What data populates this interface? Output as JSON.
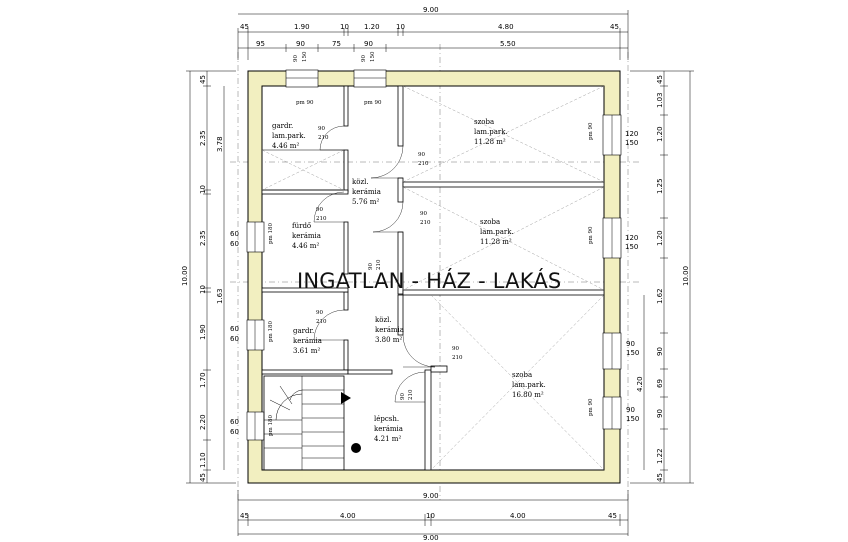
{
  "watermark": "INGATLAN - HÁZ - LAKÁS",
  "colors": {
    "wall_fill": "#f2efc0",
    "line": "#000000"
  },
  "dims": {
    "top_total": "9.00",
    "top_row1": [
      "45",
      "1.90",
      "10",
      "1.20",
      "10",
      "4.80",
      "45"
    ],
    "top_row2": [
      "95",
      "90",
      "75",
      "90",
      "5.50"
    ],
    "bottom_total_1": "9.00",
    "bottom_row": [
      "45",
      "4.00",
      "10",
      "4.00",
      "45"
    ],
    "bottom_total_2": "9.00",
    "left_total": "10.00",
    "left_outer": [
      "45",
      "2.35",
      "10",
      "2.35",
      "10",
      "1.90",
      "1.70",
      "2.20",
      "1.10",
      "45"
    ],
    "left_mid": [
      "3.78",
      "1.63"
    ],
    "left_inner": [
      "60",
      "60",
      "60",
      "60",
      "60",
      "60"
    ],
    "right_total": "10.00",
    "right_outer": [
      "45",
      "1.03",
      "1.20",
      "1.25",
      "1.20",
      "1.62",
      "90",
      "69",
      "90",
      "1.22",
      "45"
    ],
    "right_mid": [
      "4.20"
    ],
    "right_inner": [
      "120",
      "150",
      "120",
      "150",
      "90",
      "150",
      "90",
      "150"
    ]
  },
  "rooms": [
    {
      "id": "gardrobe-1",
      "name": "gardr.",
      "floor": "lam.park.",
      "area": "4.46 m²"
    },
    {
      "id": "hall-1",
      "name": "közl.",
      "floor": "kerámia",
      "area": "5.76 m²"
    },
    {
      "id": "room-1",
      "name": "szoba",
      "floor": "lam.park.",
      "area": "11.28 m²"
    },
    {
      "id": "bathroom",
      "name": "fürdő",
      "floor": "kerámia",
      "area": "4.46 m²"
    },
    {
      "id": "room-2",
      "name": "szoba",
      "floor": "lam.park.",
      "area": "11.28 m²"
    },
    {
      "id": "gardrobe-2",
      "name": "gardr.",
      "floor": "kerámia",
      "area": "3.61 m²"
    },
    {
      "id": "hall-2",
      "name": "közl.",
      "floor": "kerámia",
      "area": "3.80 m²"
    },
    {
      "id": "room-3",
      "name": "szoba",
      "floor": "lam.park.",
      "area": "16.80 m²"
    },
    {
      "id": "staircase",
      "name": "lépcsh.",
      "floor": "kerámia",
      "area": "4.21 m²"
    }
  ],
  "sill_labels": [
    "pm 90",
    "pm 90",
    "pm 90",
    "pm 90",
    "pm 90",
    "pm 180",
    "pm 180",
    "pm 180"
  ],
  "door_labels": [
    "90",
    "210",
    "90",
    "210",
    "90",
    "210",
    "90",
    "210",
    "90",
    "210",
    "90",
    "210",
    "90",
    "210",
    "90",
    "210"
  ],
  "window_labels_top": [
    "90",
    "150",
    "90",
    "150"
  ]
}
